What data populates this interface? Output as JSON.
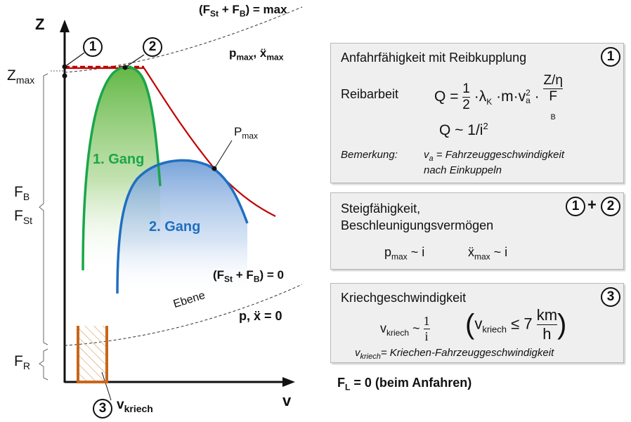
{
  "diagram": {
    "axis_z": "Z",
    "axis_v": "v",
    "zmax_main": "Z",
    "zmax_sub": "max",
    "fb_main": "F",
    "fb_sub": "B",
    "fst_main": "F",
    "fst_sub": "St",
    "fr_main": "F",
    "fr_sub": "R",
    "top_curve_open": "(F",
    "top_curve_st": "St",
    "top_curve_plus": " + F",
    "top_curve_b": "B",
    "top_curve_close": ") = max",
    "pmax_main": "p",
    "pmax_sub": "max",
    "pmax_sep": ", ",
    "xddmax_main": "ẍ",
    "xddmax_sub": "max",
    "bottom_curve_open": "(F",
    "bottom_curve_st": "St",
    "bottom_curve_plus": " + F",
    "bottom_curve_b": "B",
    "bottom_curve_close": ") = 0",
    "ebene": "Ebene",
    "p_zero": "p, ẍ = 0",
    "gear1": "1. Gang",
    "gear2": "2. Gang",
    "pmax_point_main": "P",
    "pmax_point_sub": "max",
    "vkriech_main": "v",
    "vkriech_sub": "kriech",
    "marker1": "1",
    "marker2": "2",
    "marker3": "3",
    "colors": {
      "gear1": "#1aa64a",
      "gear2": "#1f6fc0",
      "pmax_curve": "#c00000",
      "kriech": "#c8661a",
      "dashed": "#333333"
    }
  },
  "box1": {
    "title": "Anfahrfähigkeit mit Reibkupplung",
    "marker": "1",
    "reibarbeit": "Reibarbeit",
    "q": "Q",
    "eq": "=",
    "half_num": "1",
    "half_den": "2",
    "dot": "·",
    "lambda": "λ",
    "lambda_sub": "K",
    "m": "m",
    "v": "v",
    "v_sup": "2",
    "v_sub": "a",
    "z_eta": "Z/η",
    "f_main": "F",
    "f_sub": "B",
    "q_prop_main": "Q ~ 1/i",
    "q_prop_sup": "2",
    "bemerkung": "Bemerkung:",
    "va_main": "v",
    "va_sub": "a",
    "va_desc": " = Fahrzeuggeschwindigkeit",
    "va_desc2": "nach Einkuppeln"
  },
  "box2": {
    "line1": "Steigfähigkeit,",
    "line2": "Beschleunigungsvermögen",
    "marker_a": "1",
    "plus": "+",
    "marker_b": "2",
    "p_main": "p",
    "p_sub": "max",
    "p_rel": " ~ i",
    "x_main": "ẍ",
    "x_sub": "max",
    "x_rel": " ~ i"
  },
  "box3": {
    "title": "Kriechgeschwindigkeit",
    "marker": "3",
    "v_main": "v",
    "v_sub": "kriech",
    "tilde": "~",
    "frac_num": "1",
    "frac_den": "i",
    "paren_v_main": "v",
    "paren_v_sub": "kriech",
    "leq": "≤ 7",
    "km": "km",
    "h": "h",
    "foot_main": "v",
    "foot_sub": "kriech",
    "foot_desc": "= Kriechen-Fahrzeuggeschwindigkeit"
  },
  "footer": {
    "fl_main": "F",
    "fl_sub": "L",
    "fl_rest": " = 0 (beim Anfahren)"
  }
}
